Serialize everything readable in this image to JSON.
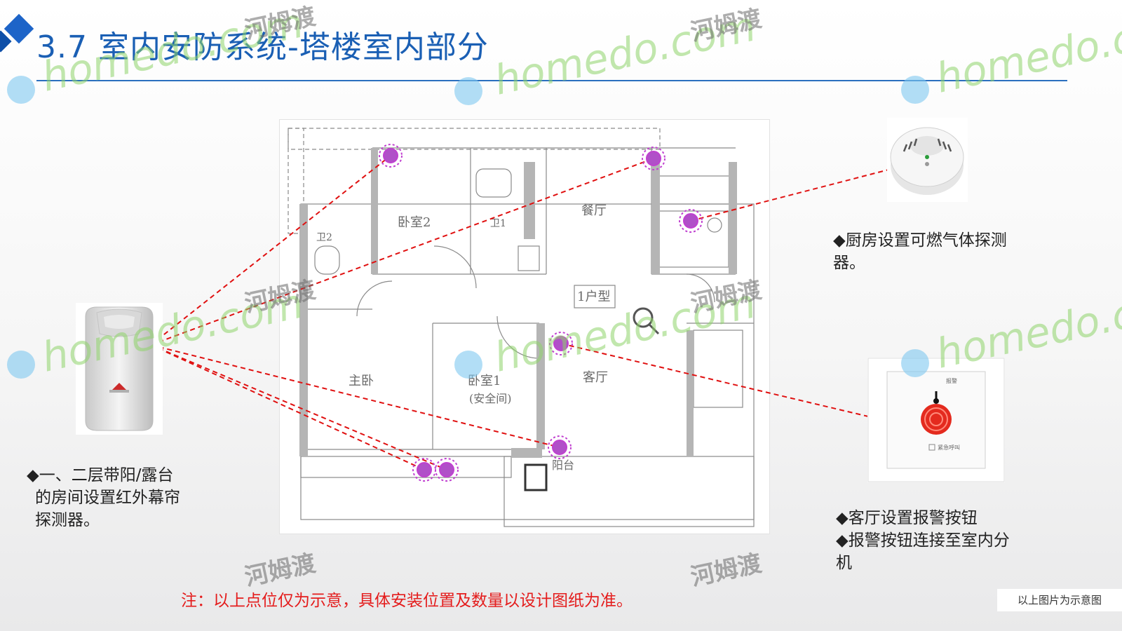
{
  "slide": {
    "title": "3.7 室内安防系统-塔楼室内部分"
  },
  "floor_plan": {
    "rooms": [
      {
        "id": "bedroom2",
        "label": "卧室2"
      },
      {
        "id": "bath1",
        "label": "卫1"
      },
      {
        "id": "bath2",
        "label": "卫2"
      },
      {
        "id": "dining",
        "label": "餐厅"
      },
      {
        "id": "unit",
        "label": "1户型"
      },
      {
        "id": "master",
        "label": "主卧"
      },
      {
        "id": "bedroom1",
        "label": "卧室1"
      },
      {
        "id": "safe",
        "label": "(安全间)"
      },
      {
        "id": "living",
        "label": "客厅"
      },
      {
        "id": "balcony",
        "label": "阳台"
      }
    ]
  },
  "captions": {
    "infrared": [
      "◆一、二层带阳/露台",
      "的房间设置红外幕帘",
      "探测器。"
    ],
    "gas": [
      "◆厨房设置可燃气体探测",
      "器。"
    ],
    "alarm": [
      "◆客厅设置报警按钮",
      "◆报警按钮连接至室内分",
      "机"
    ]
  },
  "note": "注：以上点位仅为示意，具体安装位置及数量以设计图纸为准。",
  "sample_label": "以上图片为示意图",
  "alarm_button_labels": {
    "top": "报警",
    "bottom": "紧急呼叫"
  },
  "watermark": {
    "domain": "homedo.com",
    "brand": "河姆渡"
  },
  "colors": {
    "title": "#1a5fb4",
    "note": "#e41c1c",
    "marker": "#c040d0",
    "line": "#e01010"
  }
}
